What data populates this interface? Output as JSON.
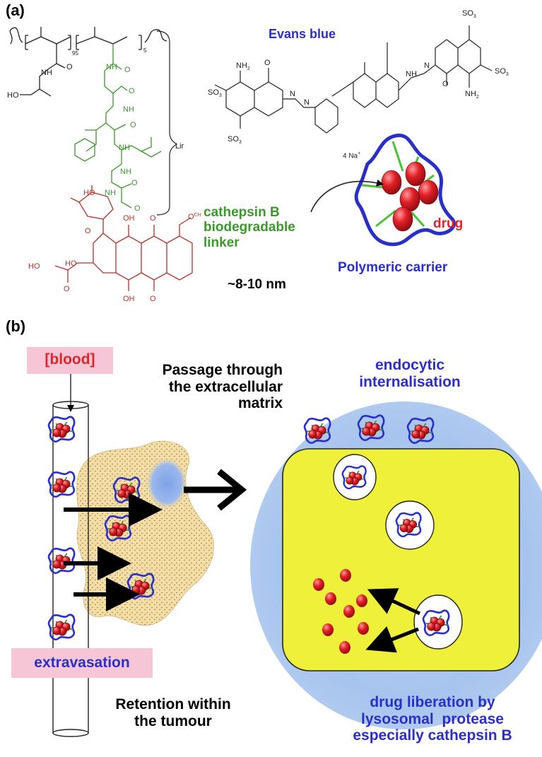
{
  "panels": {
    "a": "(a)",
    "b": "(b)"
  },
  "panel_a": {
    "evans_blue": "Evans blue",
    "sodium": "4 Na",
    "sodium_sup": "+",
    "linker_label_lines": [
      "cathepsin B",
      "biodegradable",
      "linker"
    ],
    "drug": "drug",
    "carrier": "Polymeric carrier",
    "size": "~8-10 nm",
    "structure_text": {
      "nh": "NH",
      "o": "O",
      "ho": "HO",
      "oh": "OH",
      "nh2": "NH",
      "sub2": "2",
      "n": "N",
      "so3": "SO",
      "sub3": "3",
      "sub95": "95",
      "sub5": "5",
      "lin": "Lir",
      "ome": "O",
      "methyl": "CH",
      "ho_prefix": "HO"
    }
  },
  "panel_b": {
    "blood": "[blood]",
    "passage_lines": [
      "Passage through",
      "the extracellular",
      "matrix"
    ],
    "endocytic_lines": [
      "endocytic",
      "internalisation"
    ],
    "extravasation": "extravasation",
    "retention_lines": [
      "Retention within",
      "the tumour"
    ],
    "liberation_lines": [
      "drug liberation by",
      "lysosomal  protease",
      "especially cathepsin B"
    ]
  },
  "colors": {
    "evans_blue": "#2b2fc9",
    "linker_green": "#3a9a2a",
    "drug_red": "#e0242c",
    "hpma_black": "#222222",
    "gfl_green": "#3a9a2a",
    "doxorubicin": "#b8322a",
    "cell_yellow": "#eef03a",
    "halo_blue": "#a9c6ee",
    "matrix_tan": "#f4dca2",
    "label_pink": "#f7c6d6"
  }
}
